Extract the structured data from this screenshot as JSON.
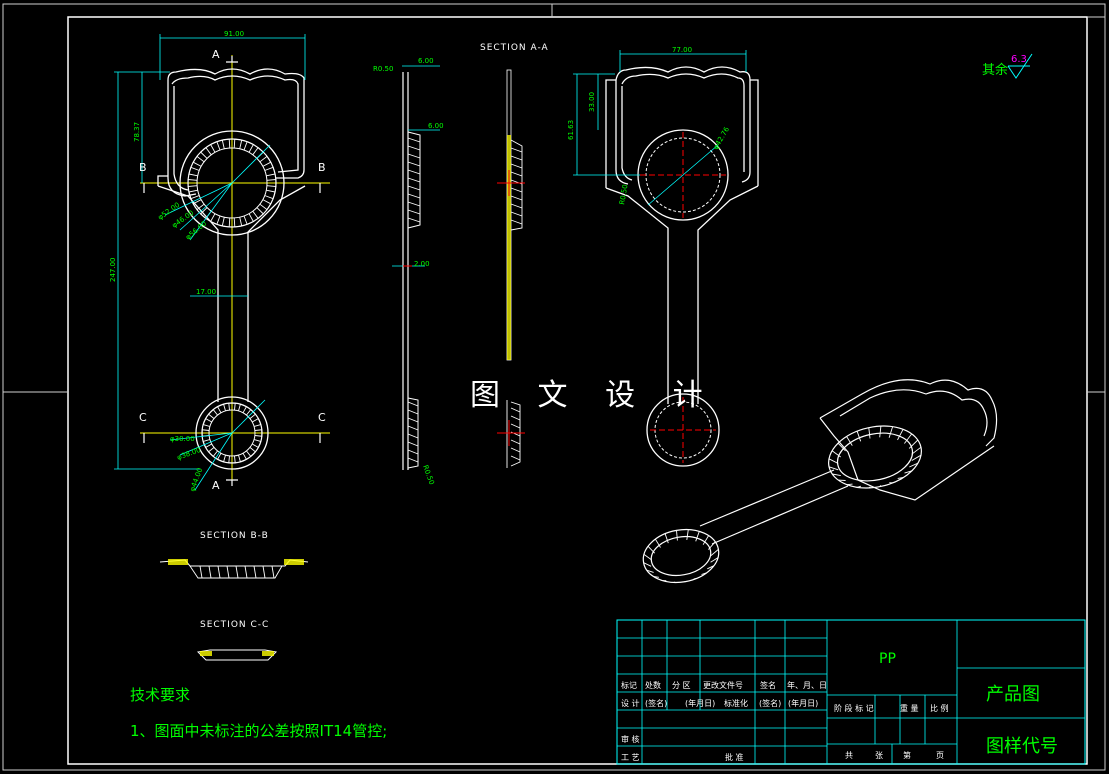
{
  "watermark": "图 文 设 计",
  "roughness": {
    "prefix": "其余",
    "value": "6.3"
  },
  "sections": {
    "aa": "SECTION A-A",
    "bb": "SECTION B-B",
    "cc": "SECTION C-C"
  },
  "cut_marks": {
    "a": "A",
    "b": "B",
    "c": "C"
  },
  "dims_front": {
    "width": "91.00",
    "h1": "78.37",
    "total": "247.00",
    "stem": "17.00",
    "d1": "φ52.00",
    "d2": "φ46.00",
    "d3": "φ56.00",
    "d4": "φ30.00",
    "d5": "φ38.00",
    "d6": "φ44.00"
  },
  "dims_side": {
    "t1": "R0.50",
    "t2": "6.00",
    "t3": "6.00",
    "t4": "2.00",
    "t5": "R0.50"
  },
  "dims_back": {
    "width": "77.00",
    "h1": "33.00",
    "h2": "61.63",
    "d1": "φ42.76",
    "r": "R0.50"
  },
  "notes": {
    "title": "技术要求",
    "line1": "1、图面中未标注的公差按照IT14管控;"
  },
  "title_block": {
    "material": "PP",
    "product": "产品图",
    "code": "图样代号",
    "row_marks": [
      "标记",
      "处数",
      "分 区",
      "更改文件号",
      "签名",
      "年、月、日"
    ],
    "row_design": [
      "设 计",
      "(签名)",
      "(年月日)",
      "标准化",
      "(签名)",
      "(年月日)"
    ],
    "row_stage": [
      "阶 段 标 记",
      "重 量",
      "比 例"
    ],
    "row_review": "审 核",
    "row_process": "工 艺",
    "row_approve": "批 准",
    "row_sheets": [
      "共",
      "张",
      "第",
      "页"
    ]
  }
}
